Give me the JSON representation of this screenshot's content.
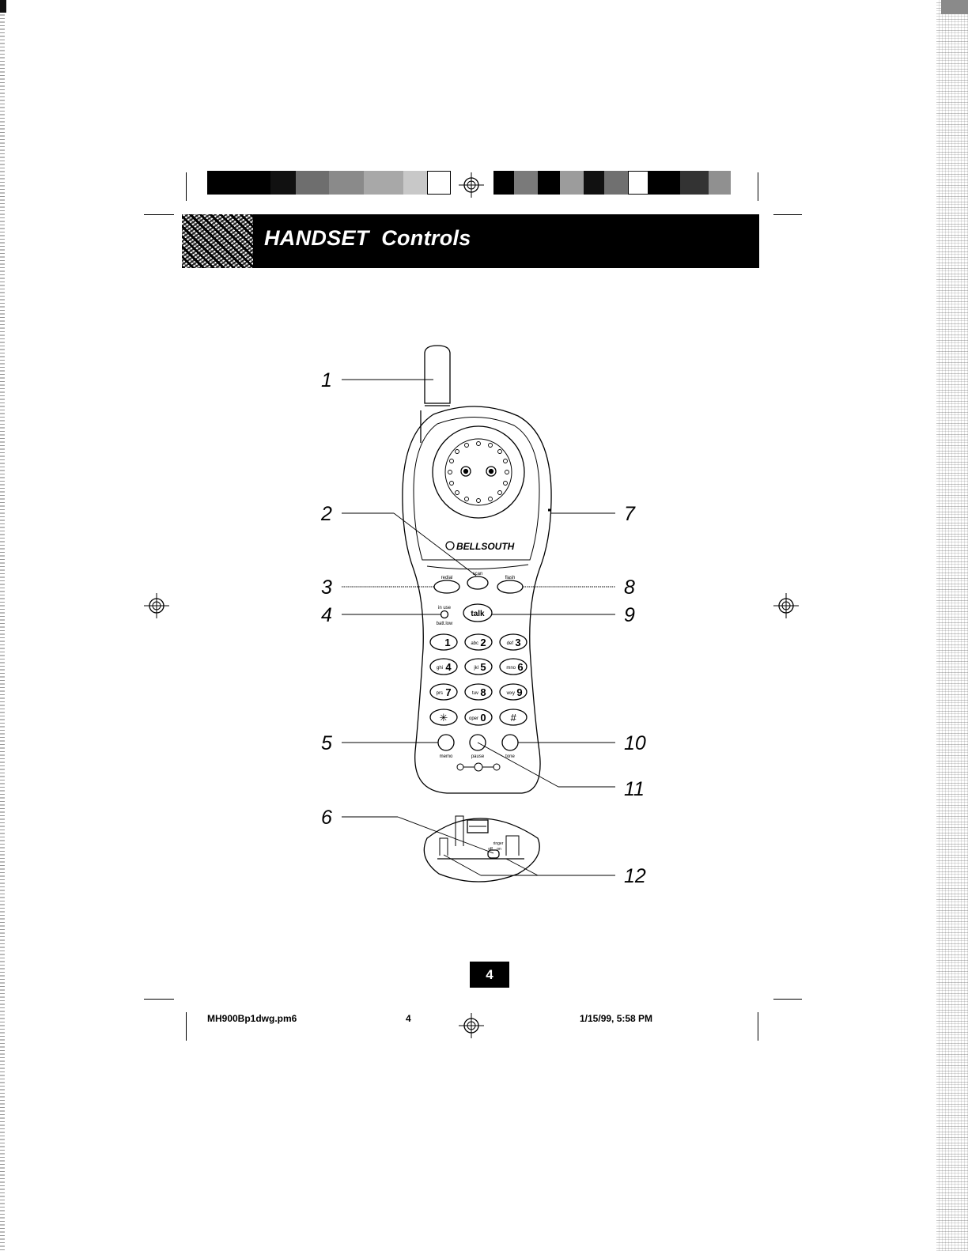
{
  "header": {
    "title": "HANDSET  Controls"
  },
  "brand": {
    "name": "BELLSOUTH"
  },
  "handset_labels": {
    "scan": "scan",
    "redial": "redial",
    "flash": "flash",
    "in_use": "in use",
    "batt_low": "batt.low",
    "talk": "talk",
    "memo": "memo",
    "pause": "pause",
    "tone": "tone",
    "ringer": "ringer",
    "off": "off",
    "on": "on"
  },
  "keypad": [
    {
      "letters": "",
      "digit": "1"
    },
    {
      "letters": "abc",
      "digit": "2"
    },
    {
      "letters": "def",
      "digit": "3"
    },
    {
      "letters": "ghi",
      "digit": "4"
    },
    {
      "letters": "jkl",
      "digit": "5"
    },
    {
      "letters": "mno",
      "digit": "6"
    },
    {
      "letters": "prs",
      "digit": "7"
    },
    {
      "letters": "tuv",
      "digit": "8"
    },
    {
      "letters": "wxy",
      "digit": "9"
    },
    {
      "letters": "",
      "digit": "✳"
    },
    {
      "letters": "oper",
      "digit": "0"
    },
    {
      "letters": "",
      "digit": "#"
    }
  ],
  "callouts": [
    "1",
    "2",
    "3",
    "4",
    "5",
    "6",
    "7",
    "8",
    "9",
    "10",
    "11",
    "12"
  ],
  "page": {
    "number": "4"
  },
  "footer": {
    "filename": "MH900Bp1dwg.pm6",
    "page": "4",
    "timestamp": "1/15/99, 5:58 PM"
  }
}
